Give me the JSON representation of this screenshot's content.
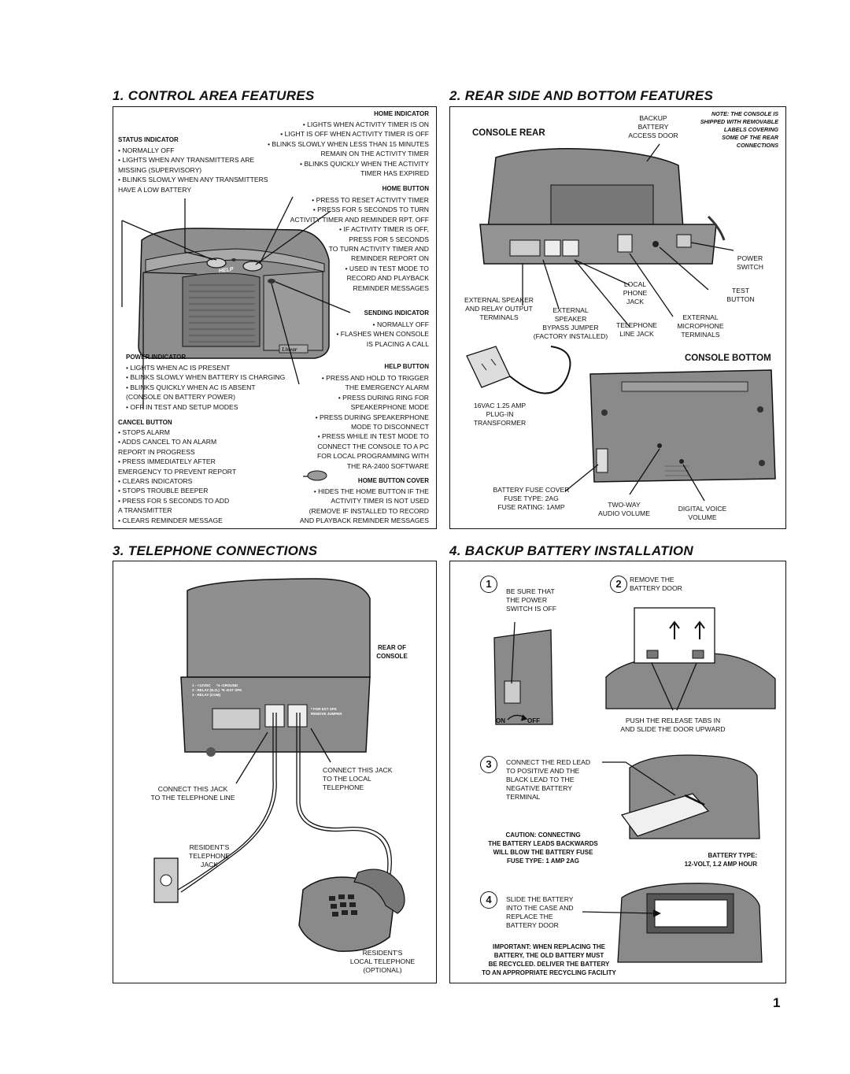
{
  "sections": {
    "s1_title": "1.  CONTROL AREA FEATURES",
    "s2_title": "2.  REAR SIDE AND BOTTOM FEATURES",
    "s3_title": "3.  TELEPHONE CONNECTIONS",
    "s4_title": "4.  BACKUP BATTERY INSTALLATION"
  },
  "control": {
    "status_indicator": {
      "heading": "STATUS INDICATOR",
      "lines": [
        "• NORMALLY OFF",
        "• LIGHTS WHEN ANY TRANSMITTERS ARE",
        "  MISSING  (SUPERVISORY)",
        "• BLINKS SLOWLY WHEN ANY TRANSMITTERS",
        "  HAVE A LOW BATTERY"
      ]
    },
    "home_indicator": {
      "heading": "HOME INDICATOR",
      "lines": [
        "• LIGHTS WHEN ACTIVITY TIMER IS ON",
        "• LIGHT IS OFF WHEN ACTIVITY TIMER IS OFF",
        "• BLINKS SLOWLY WHEN LESS THAN 15 MINUTES",
        "REMAIN ON THE ACTIVITY TIMER",
        "• BLINKS QUICKLY WHEN THE ACTIVITY",
        "TIMER HAS EXPIRED"
      ]
    },
    "home_button": {
      "heading": "HOME BUTTON",
      "lines": [
        "• PRESS TO RESET ACTIVITY TIMER",
        "• PRESS FOR 5 SECONDS TO TURN",
        "ACTIVITY TIMER AND REMINDER RPT. OFF",
        "• IF ACTIVITY TIMER IS OFF,",
        "PRESS FOR 5 SECONDS",
        "TO TURN ACTIVITY TIMER AND",
        "REMINDER REPORT ON",
        "• USED IN TEST MODE TO",
        "RECORD AND PLAYBACK",
        "REMINDER MESSAGES"
      ]
    },
    "sending_indicator": {
      "heading": "SENDING INDICATOR",
      "lines": [
        "• NORMALLY OFF",
        "• FLASHES WHEN CONSOLE",
        "IS PLACING A CALL"
      ]
    },
    "power_indicator": {
      "heading": "POWER INDICATOR",
      "lines": [
        "• LIGHTS WHEN AC IS PRESENT",
        "• BLINKS SLOWLY WHEN BATTERY IS CHARGING",
        "• BLINKS QUICKLY WHEN AC IS ABSENT",
        "  (CONSOLE ON BATTERY POWER)",
        "• OFF IN TEST AND SETUP MODES"
      ]
    },
    "help_button": {
      "heading": "HELP BUTTON",
      "lines": [
        "• PRESS AND HOLD TO TRIGGER",
        "THE EMERGENCY ALARM",
        "• PRESS DURING RING FOR",
        "SPEAKERPHONE MODE",
        "• PRESS DURING SPEAKERPHONE",
        "MODE TO DISCONNECT",
        "• PRESS WHILE IN TEST MODE TO",
        "CONNECT THE CONSOLE TO A PC",
        "FOR LOCAL PROGRAMMING WITH",
        "THE RA-2400 SOFTWARE"
      ]
    },
    "cancel_button": {
      "heading": "CANCEL BUTTON",
      "lines": [
        "• STOPS ALARM",
        "• ADDS CANCEL TO AN ALARM",
        "  REPORT IN PROGRESS",
        "• PRESS IMMEDIATELY AFTER",
        "  EMERGENCY TO PREVENT REPORT",
        "• CLEARS INDICATORS",
        "• STOPS TROUBLE BEEPER",
        "• PRESS FOR 5 SECONDS TO ADD",
        "  A TRANSMITTER",
        "• CLEARS REMINDER MESSAGE"
      ]
    },
    "home_button_cover": {
      "heading": "HOME BUTTON COVER",
      "lines": [
        "• HIDES THE HOME BUTTON IF THE",
        "ACTIVITY TIMER IS NOT USED",
        "(REMOVE IF INSTALLED TO RECORD",
        "AND PLAYBACK REMINDER MESSAGES"
      ]
    },
    "console_labels": {
      "help": "HELP",
      "brand": "Linear"
    }
  },
  "rear": {
    "console_rear": "CONSOLE REAR",
    "console_bottom": "CONSOLE BOTTOM",
    "note": [
      "NOTE: THE CONSOLE IS",
      "SHIPPED WITH REMOVABLE",
      "LABELS COVERING",
      "SOME OF THE REAR",
      "CONNECTIONS"
    ],
    "backup_door": [
      "BACKUP",
      "BATTERY",
      "ACCESS DOOR"
    ],
    "power_switch": [
      "POWER",
      "SWITCH"
    ],
    "local_phone": [
      "LOCAL",
      "PHONE",
      "JACK"
    ],
    "test_button": [
      "TEST",
      "BUTTON"
    ],
    "ext_speaker_relay": [
      "EXTERNAL SPEAKER",
      "AND RELAY OUTPUT",
      "TERMINALS"
    ],
    "ext_speaker_jumper": [
      "EXTERNAL",
      "SPEAKER",
      "BYPASS JUMPER",
      "(FACTORY INSTALLED)"
    ],
    "telephone_line": [
      "TELEPHONE",
      "LINE JACK"
    ],
    "ext_mic": [
      "EXTERNAL",
      "MICROPHONE",
      "TERMINALS"
    ],
    "transformer": [
      "16VAC 1.25 AMP",
      "PLUG-IN",
      "TRANSFORMER"
    ],
    "fuse": [
      "BATTERY FUSE COVER",
      "FUSE TYPE: 2AG",
      "FUSE RATING: 1AMP"
    ],
    "two_way": [
      "TWO-WAY",
      "AUDIO VOLUME"
    ],
    "digital_voice": [
      "DIGITAL VOICE",
      "VOLUME"
    ],
    "terminal_legend": [
      "1 - +12VDC      *4 -GROUND",
      "2 - RELAY (N.O.)  *5 -EXT SPK",
      "3 - RELAY (COM)"
    ],
    "jumper_text": [
      "* FOR EXT SPK",
      "REMOVE JUMPER"
    ]
  },
  "telephone": {
    "rear_of_console": [
      "REAR OF",
      "CONSOLE"
    ],
    "connect_line": [
      "CONNECT THIS JACK",
      "TO THE TELEPHONE LINE"
    ],
    "connect_local": [
      "CONNECT THIS JACK",
      "TO THE LOCAL",
      "TELEPHONE"
    ],
    "residents_jack": [
      "RESIDENT'S",
      "TELEPHONE",
      "JACK"
    ],
    "residents_local": [
      "RESIDENT'S",
      "LOCAL TELEPHONE",
      "(OPTIONAL)"
    ]
  },
  "battery": {
    "step1": "1",
    "step2": "2",
    "step3": "3",
    "step4": "4",
    "be_sure": [
      "BE SURE THAT",
      "THE POWER",
      "SWITCH IS OFF"
    ],
    "on": "ON",
    "off": "OFF",
    "remove_door": [
      "REMOVE THE",
      "BATTERY DOOR"
    ],
    "push_tabs": [
      "PUSH THE RELEASE TABS IN",
      "AND SLIDE THE DOOR UPWARD"
    ],
    "connect_red": [
      "CONNECT THE RED LEAD",
      "TO POSITIVE AND THE",
      "BLACK LEAD TO THE",
      "NEGATIVE BATTERY",
      "TERMINAL"
    ],
    "caution": [
      "CAUTION: CONNECTING",
      "THE BATTERY LEADS BACKWARDS",
      "WILL BLOW THE BATTERY FUSE",
      "FUSE TYPE: 1 AMP 2AG"
    ],
    "battery_type": [
      "BATTERY TYPE:",
      "12-VOLT, 1.2 AMP HOUR"
    ],
    "slide": [
      "SLIDE THE BATTERY",
      "INTO THE CASE AND",
      "REPLACE THE",
      "BATTERY DOOR"
    ],
    "important": [
      "IMPORTANT: WHEN REPLACING THE",
      "BATTERY, THE OLD BATTERY MUST",
      "BE RECYCLED. DELIVER THE BATTERY",
      "TO AN APPROPRIATE RECYCLING FACILITY"
    ]
  },
  "page_number": "1"
}
